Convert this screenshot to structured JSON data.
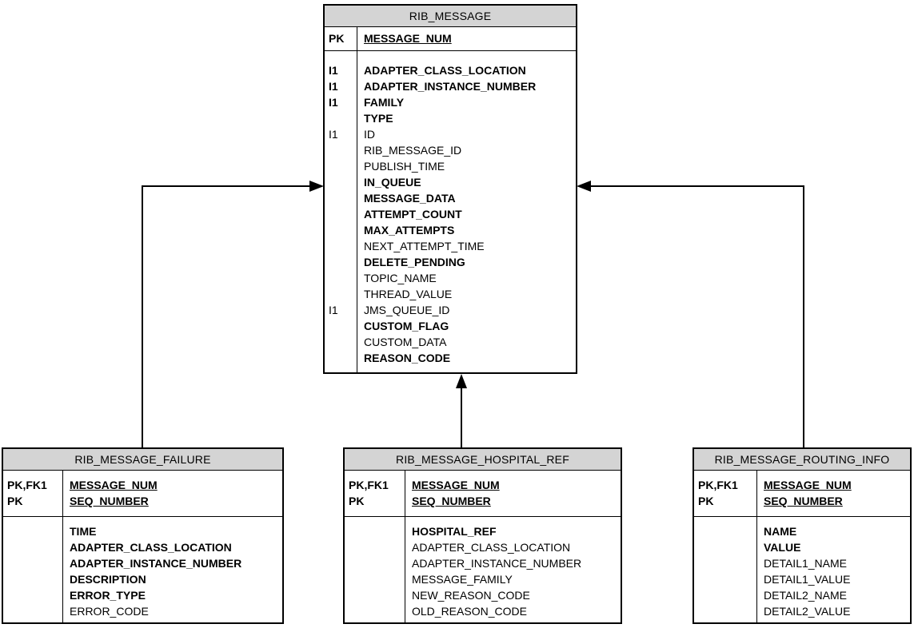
{
  "diagram": {
    "colors": {
      "background": "#ffffff",
      "table_header_bg": "#d4d4d4",
      "table_border": "#000000",
      "connector_line": "#000000",
      "text": "#000000"
    },
    "tables": [
      {
        "id": "rib_message",
        "title": "RIB_MESSAGE",
        "pk_fields": [
          {
            "key": "PK",
            "name": "MESSAGE_NUM"
          }
        ],
        "fields": [
          {
            "key": "I1",
            "name": "ADAPTER_CLASS_LOCATION",
            "bold": true
          },
          {
            "key": "I1",
            "name": "ADAPTER_INSTANCE_NUMBER",
            "bold": true
          },
          {
            "key": "I1",
            "name": "FAMILY",
            "bold": true
          },
          {
            "key": "",
            "name": "TYPE",
            "bold": true
          },
          {
            "key": "I1",
            "name": "ID",
            "bold": false
          },
          {
            "key": "",
            "name": "RIB_MESSAGE_ID",
            "bold": false
          },
          {
            "key": "",
            "name": "PUBLISH_TIME",
            "bold": false
          },
          {
            "key": "",
            "name": "IN_QUEUE",
            "bold": true
          },
          {
            "key": "",
            "name": "MESSAGE_DATA",
            "bold": true
          },
          {
            "key": "",
            "name": "ATTEMPT_COUNT",
            "bold": true
          },
          {
            "key": "",
            "name": "MAX_ATTEMPTS",
            "bold": true
          },
          {
            "key": "",
            "name": "NEXT_ATTEMPT_TIME",
            "bold": false
          },
          {
            "key": "",
            "name": "DELETE_PENDING",
            "bold": true
          },
          {
            "key": "",
            "name": "TOPIC_NAME",
            "bold": false
          },
          {
            "key": "",
            "name": "THREAD_VALUE",
            "bold": false
          },
          {
            "key": "I1",
            "name": "JMS_QUEUE_ID",
            "bold": false
          },
          {
            "key": "",
            "name": "CUSTOM_FLAG",
            "bold": true
          },
          {
            "key": "",
            "name": "CUSTOM_DATA",
            "bold": false
          },
          {
            "key": "",
            "name": "REASON_CODE",
            "bold": true
          }
        ]
      },
      {
        "id": "rib_message_failure",
        "title": "RIB_MESSAGE_FAILURE",
        "pk_fields": [
          {
            "key": "PK,FK1",
            "name": "MESSAGE_NUM"
          },
          {
            "key": "PK",
            "name": "SEQ_NUMBER"
          }
        ],
        "fields": [
          {
            "key": "",
            "name": "TIME",
            "bold": true
          },
          {
            "key": "",
            "name": "ADAPTER_CLASS_LOCATION",
            "bold": true
          },
          {
            "key": "",
            "name": "ADAPTER_INSTANCE_NUMBER",
            "bold": true
          },
          {
            "key": "",
            "name": "DESCRIPTION",
            "bold": true
          },
          {
            "key": "",
            "name": "ERROR_TYPE",
            "bold": true
          },
          {
            "key": "",
            "name": "ERROR_CODE",
            "bold": false
          }
        ]
      },
      {
        "id": "rib_message_hospital_ref",
        "title": "RIB_MESSAGE_HOSPITAL_REF",
        "pk_fields": [
          {
            "key": "PK,FK1",
            "name": "MESSAGE_NUM"
          },
          {
            "key": "PK",
            "name": "SEQ_NUMBER"
          }
        ],
        "fields": [
          {
            "key": "",
            "name": "HOSPITAL_REF",
            "bold": true
          },
          {
            "key": "",
            "name": "ADAPTER_CLASS_LOCATION",
            "bold": false
          },
          {
            "key": "",
            "name": "ADAPTER_INSTANCE_NUMBER",
            "bold": false
          },
          {
            "key": "",
            "name": "MESSAGE_FAMILY",
            "bold": false
          },
          {
            "key": "",
            "name": "NEW_REASON_CODE",
            "bold": false
          },
          {
            "key": "",
            "name": "OLD_REASON_CODE",
            "bold": false
          }
        ]
      },
      {
        "id": "rib_message_routing_info",
        "title": "RIB_MESSAGE_ROUTING_INFO",
        "pk_fields": [
          {
            "key": "PK,FK1",
            "name": "MESSAGE_NUM"
          },
          {
            "key": "PK",
            "name": "SEQ_NUMBER"
          }
        ],
        "fields": [
          {
            "key": "",
            "name": "NAME",
            "bold": true
          },
          {
            "key": "",
            "name": "VALUE",
            "bold": true
          },
          {
            "key": "",
            "name": "DETAIL1_NAME",
            "bold": false
          },
          {
            "key": "",
            "name": "DETAIL1_VALUE",
            "bold": false
          },
          {
            "key": "",
            "name": "DETAIL2_NAME",
            "bold": false
          },
          {
            "key": "",
            "name": "DETAIL2_VALUE",
            "bold": false
          }
        ]
      }
    ],
    "connectors": [
      {
        "from": "RIB_MESSAGE_FAILURE",
        "to": "RIB_MESSAGE",
        "arrow": "into left edge of RIB_MESSAGE"
      },
      {
        "from": "RIB_MESSAGE_HOSPITAL_REF",
        "to": "RIB_MESSAGE",
        "arrow": "into bottom edge of RIB_MESSAGE"
      },
      {
        "from": "RIB_MESSAGE_ROUTING_INFO",
        "to": "RIB_MESSAGE",
        "arrow": "into right edge of RIB_MESSAGE"
      }
    ]
  }
}
